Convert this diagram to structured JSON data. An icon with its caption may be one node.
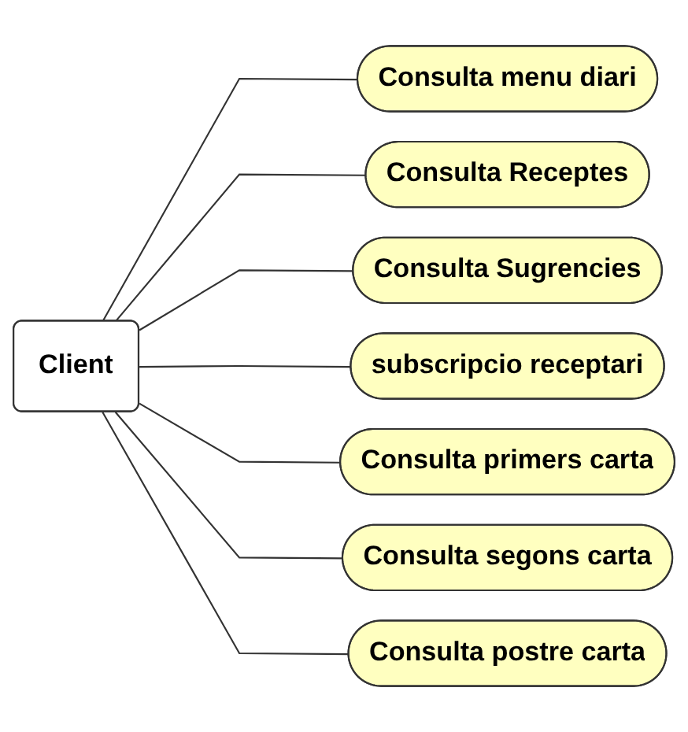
{
  "diagram": {
    "nodes": [
      {
        "text": [
          "Client"
        ]
      },
      {
        "text": [
          "Consulta menu diari"
        ]
      },
      {
        "text": [
          "Consulta Receptes"
        ]
      },
      {
        "text": [
          "Consulta Sugrencies"
        ]
      },
      {
        "text": [
          "subscripcio receptari"
        ]
      },
      {
        "text": [
          "Consulta primers carta"
        ]
      },
      {
        "text": [
          "Consulta segons carta"
        ]
      },
      {
        "text": [
          "Consulta postre carta"
        ]
      }
    ],
    "edges": [
      {
        "from": 0,
        "to": 1,
        "arrow": "none"
      },
      {
        "from": 0,
        "to": 2,
        "arrow": "none"
      },
      {
        "from": 0,
        "to": 3,
        "arrow": "none"
      },
      {
        "from": 0,
        "to": 4,
        "arrow": "none"
      },
      {
        "from": 0,
        "to": 5,
        "arrow": "none"
      },
      {
        "from": 0,
        "to": 6,
        "arrow": "none"
      },
      {
        "from": 0,
        "to": 7,
        "arrow": "none"
      }
    ]
  }
}
